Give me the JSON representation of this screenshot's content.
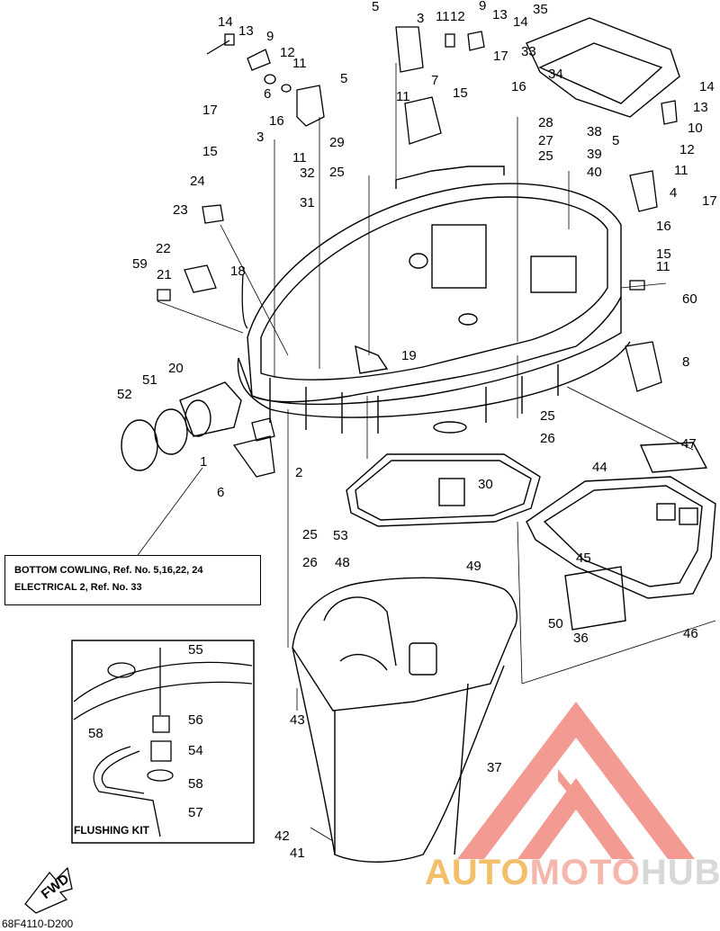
{
  "callouts": [
    {
      "id": "c14a",
      "text": "14"
    },
    {
      "id": "c13a",
      "text": "13"
    },
    {
      "id": "c9a",
      "text": "9"
    },
    {
      "id": "c12a",
      "text": "12"
    },
    {
      "id": "c11a",
      "text": "11"
    },
    {
      "id": "c5a",
      "text": "5"
    },
    {
      "id": "c6",
      "text": "6"
    },
    {
      "id": "c17a",
      "text": "17"
    },
    {
      "id": "c16a",
      "text": "16"
    },
    {
      "id": "c3a",
      "text": "3"
    },
    {
      "id": "c15a",
      "text": "15"
    },
    {
      "id": "c11b",
      "text": "11"
    },
    {
      "id": "c32",
      "text": "32"
    },
    {
      "id": "c31",
      "text": "31"
    },
    {
      "id": "c29",
      "text": "29"
    },
    {
      "id": "c25a",
      "text": "25"
    },
    {
      "id": "c24",
      "text": "24"
    },
    {
      "id": "c23",
      "text": "23"
    },
    {
      "id": "c22",
      "text": "22"
    },
    {
      "id": "c59",
      "text": "59"
    },
    {
      "id": "c21",
      "text": "21"
    },
    {
      "id": "c18",
      "text": "18"
    },
    {
      "id": "c5b",
      "text": "5"
    },
    {
      "id": "c3b",
      "text": "3"
    },
    {
      "id": "c11c",
      "text": "11"
    },
    {
      "id": "c12b",
      "text": "12"
    },
    {
      "id": "c9b",
      "text": "9"
    },
    {
      "id": "c13b",
      "text": "13"
    },
    {
      "id": "c14b",
      "text": "14"
    },
    {
      "id": "c35",
      "text": "35"
    },
    {
      "id": "c33",
      "text": "33"
    },
    {
      "id": "c17b",
      "text": "17"
    },
    {
      "id": "c11d",
      "text": "11"
    },
    {
      "id": "c7",
      "text": "7"
    },
    {
      "id": "c15b",
      "text": "15"
    },
    {
      "id": "c16b",
      "text": "16"
    },
    {
      "id": "c34",
      "text": "34"
    },
    {
      "id": "c14c",
      "text": "14"
    },
    {
      "id": "c13c",
      "text": "13"
    },
    {
      "id": "c10",
      "text": "10"
    },
    {
      "id": "c28",
      "text": "28"
    },
    {
      "id": "c38",
      "text": "38"
    },
    {
      "id": "c27",
      "text": "27"
    },
    {
      "id": "c39",
      "text": "39"
    },
    {
      "id": "c25b",
      "text": "25"
    },
    {
      "id": "c40",
      "text": "40"
    },
    {
      "id": "c5c",
      "text": "5"
    },
    {
      "id": "c12c",
      "text": "12"
    },
    {
      "id": "c11e",
      "text": "11"
    },
    {
      "id": "c4",
      "text": "4"
    },
    {
      "id": "c17c",
      "text": "17"
    },
    {
      "id": "c16c",
      "text": "16"
    },
    {
      "id": "c15c",
      "text": "15"
    },
    {
      "id": "c11f",
      "text": "11"
    },
    {
      "id": "c60",
      "text": "60"
    },
    {
      "id": "c19",
      "text": "19"
    },
    {
      "id": "c8",
      "text": "8"
    },
    {
      "id": "c20",
      "text": "20"
    },
    {
      "id": "c51",
      "text": "51"
    },
    {
      "id": "c52",
      "text": "52"
    },
    {
      "id": "c1",
      "text": "1"
    },
    {
      "id": "c2",
      "text": "2"
    },
    {
      "id": "c6b",
      "text": "6"
    },
    {
      "id": "c25c",
      "text": "25"
    },
    {
      "id": "c26a",
      "text": "26"
    },
    {
      "id": "c30",
      "text": "30"
    },
    {
      "id": "c53",
      "text": "53"
    },
    {
      "id": "c47",
      "text": "47"
    },
    {
      "id": "c44",
      "text": "44"
    },
    {
      "id": "c25d",
      "text": "25"
    },
    {
      "id": "c26b",
      "text": "26"
    },
    {
      "id": "c45",
      "text": "45"
    },
    {
      "id": "c48",
      "text": "48"
    },
    {
      "id": "c49",
      "text": "49"
    },
    {
      "id": "c36",
      "text": "36"
    },
    {
      "id": "c50",
      "text": "50"
    },
    {
      "id": "c46",
      "text": "46"
    },
    {
      "id": "c55",
      "text": "55"
    },
    {
      "id": "c56",
      "text": "56"
    },
    {
      "id": "c58a",
      "text": "58"
    },
    {
      "id": "c54",
      "text": "54"
    },
    {
      "id": "c58b",
      "text": "58"
    },
    {
      "id": "c57",
      "text": "57"
    },
    {
      "id": "c43",
      "text": "43"
    },
    {
      "id": "c37",
      "text": "37"
    },
    {
      "id": "c42",
      "text": "42"
    },
    {
      "id": "c41",
      "text": "41"
    }
  ],
  "reference_note": {
    "line1": "BOTTOM COWLING, Ref. No. 5,16,22, 24",
    "line2": "ELECTRICAL 2,  Ref. No. 33"
  },
  "flushing_kit_label": "FLUSHING KIT",
  "fwd_label": "FWD",
  "diagram_code": "68F4110-D200",
  "watermark": {
    "part1": "AUTO",
    "part2": "MOTO",
    "part3": "HUB"
  },
  "colors": {
    "line": "#000000",
    "logo_red": "#f07a6e",
    "logo_orange": "#f4bf6a",
    "logo_gray": "#d8d8d8"
  }
}
